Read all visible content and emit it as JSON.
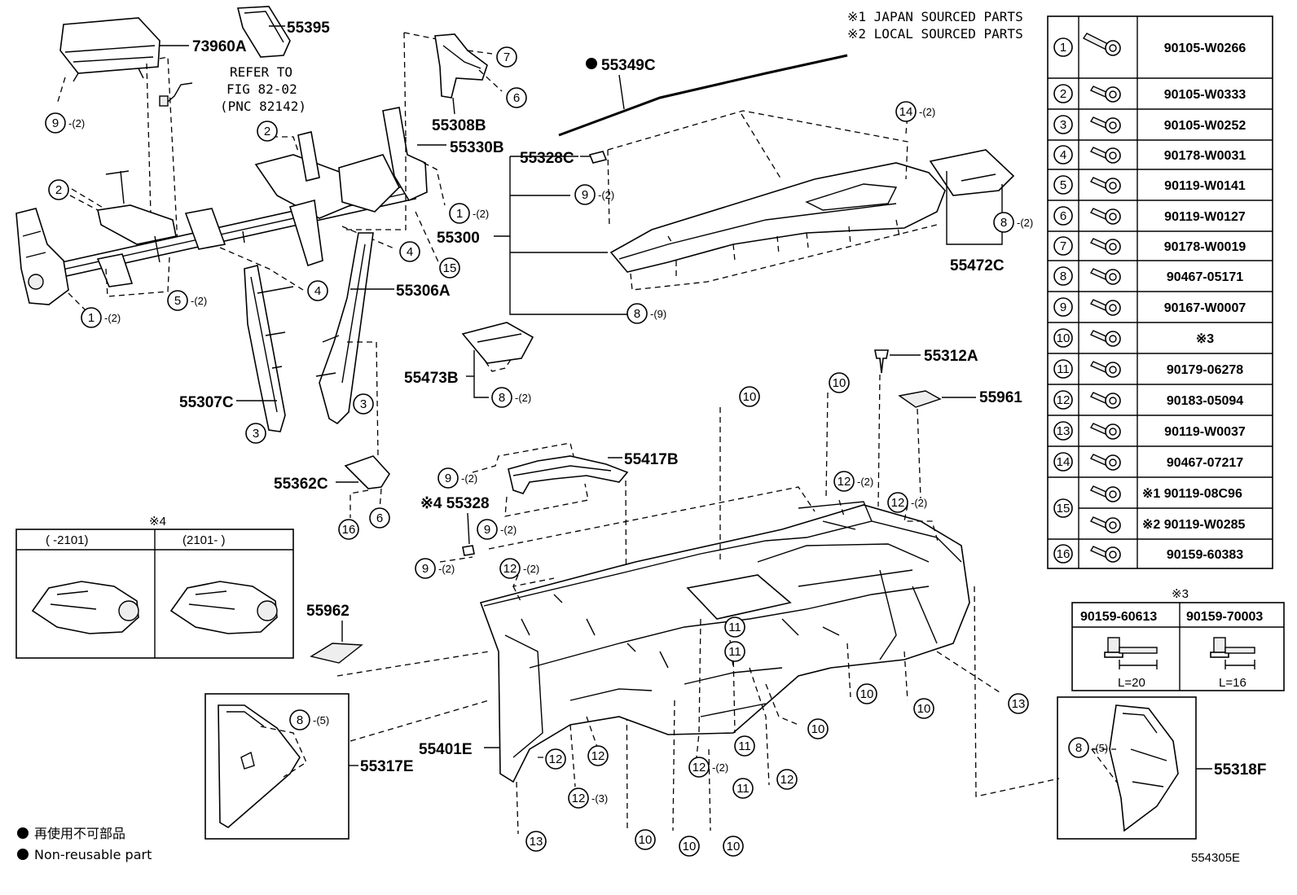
{
  "notes": {
    "japan": "※1 JAPAN SOURCED PARTS",
    "local": "※2 LOCAL SOURCED PARTS",
    "refer1": "REFER TO",
    "refer2": "FIG 82-02",
    "refer3": "(PNC 82142)",
    "star4": "※4",
    "star3": "※3",
    "star4_part": "※4 55328",
    "drawing_no": "554305E"
  },
  "legend": {
    "jp": "再使用不可部品",
    "en": "Non-reusable part"
  },
  "part_labels": {
    "p73960A": "73960A",
    "p55395": "55395",
    "p55308B": "55308B",
    "p55330B": "55330B",
    "p55349C": "55349C",
    "p55328C": "55328C",
    "p55300": "55300",
    "p55472C": "55472C",
    "p55306A": "55306A",
    "p55307C": "55307C",
    "p55473B": "55473B",
    "p55312A": "55312A",
    "p55961": "55961",
    "p55362C": "55362C",
    "p55417B": "55417B",
    "p55962": "55962",
    "p55401E": "55401E",
    "p55317E": "55317E",
    "p55318F": "55318F"
  },
  "variant_box": {
    "col1": "(     -2101)",
    "col2": "(2101-      )"
  },
  "fastener_table": [
    {
      "no": "1",
      "part": "90105-W0266"
    },
    {
      "no": "2",
      "part": "90105-W0333"
    },
    {
      "no": "3",
      "part": "90105-W0252"
    },
    {
      "no": "4",
      "part": "90178-W0031"
    },
    {
      "no": "5",
      "part": "90119-W0141"
    },
    {
      "no": "6",
      "part": "90119-W0127"
    },
    {
      "no": "7",
      "part": "90178-W0019"
    },
    {
      "no": "8",
      "part": "90467-05171"
    },
    {
      "no": "9",
      "part": "90167-W0007"
    },
    {
      "no": "10",
      "part": "※3"
    },
    {
      "no": "11",
      "part": "90179-06278"
    },
    {
      "no": "12",
      "part": "90183-05094"
    },
    {
      "no": "13",
      "part": "90119-W0037"
    },
    {
      "no": "14",
      "part": "90467-07217"
    },
    {
      "no": "15",
      "part": "※1 90119-08C96",
      "part2": "※2 90119-W0285"
    },
    {
      "no": "16",
      "part": "90159-60383"
    }
  ],
  "ref3_table": {
    "a": "90159-60613",
    "b": "90159-70003",
    "la": "L=20",
    "lb": "L=16"
  },
  "callouts": [
    {
      "n": "9",
      "q": "(2)"
    },
    {
      "n": "2",
      "q": ""
    },
    {
      "n": "2",
      "q": ""
    },
    {
      "n": "1",
      "q": "(2)"
    },
    {
      "n": "5",
      "q": "(2)"
    },
    {
      "n": "4",
      "q": ""
    },
    {
      "n": "4",
      "q": ""
    },
    {
      "n": "15",
      "q": ""
    },
    {
      "n": "1",
      "q": "(2)"
    },
    {
      "n": "7",
      "q": ""
    },
    {
      "n": "6",
      "q": ""
    },
    {
      "n": "3",
      "q": ""
    },
    {
      "n": "3",
      "q": ""
    },
    {
      "n": "9",
      "q": "(2)"
    },
    {
      "n": "8",
      "q": "(9)"
    },
    {
      "n": "14",
      "q": "(2)"
    },
    {
      "n": "8",
      "q": "(2)"
    },
    {
      "n": "8",
      "q": "(2)"
    },
    {
      "n": "16",
      "q": ""
    },
    {
      "n": "6",
      "q": ""
    },
    {
      "n": "9",
      "q": "(2)"
    },
    {
      "n": "9",
      "q": "(2)"
    },
    {
      "n": "9",
      "q": "(2)"
    },
    {
      "n": "12",
      "q": "(2)"
    },
    {
      "n": "10",
      "q": ""
    },
    {
      "n": "10",
      "q": ""
    },
    {
      "n": "12",
      "q": "(2)"
    },
    {
      "n": "12",
      "q": "(2)"
    },
    {
      "n": "11",
      "q": ""
    },
    {
      "n": "11",
      "q": ""
    },
    {
      "n": "10",
      "q": ""
    },
    {
      "n": "10",
      "q": ""
    },
    {
      "n": "13",
      "q": ""
    },
    {
      "n": "8",
      "q": "(5)"
    },
    {
      "n": "12",
      "q": ""
    },
    {
      "n": "12",
      "q": ""
    },
    {
      "n": "12",
      "q": "(3)"
    },
    {
      "n": "12",
      "q": "(2)"
    },
    {
      "n": "11",
      "q": ""
    },
    {
      "n": "10",
      "q": ""
    },
    {
      "n": "11",
      "q": ""
    },
    {
      "n": "12",
      "q": ""
    },
    {
      "n": "13",
      "q": ""
    },
    {
      "n": "10",
      "q": ""
    },
    {
      "n": "10",
      "q": ""
    },
    {
      "n": "10",
      "q": ""
    },
    {
      "n": "8",
      "q": "(5)"
    }
  ]
}
